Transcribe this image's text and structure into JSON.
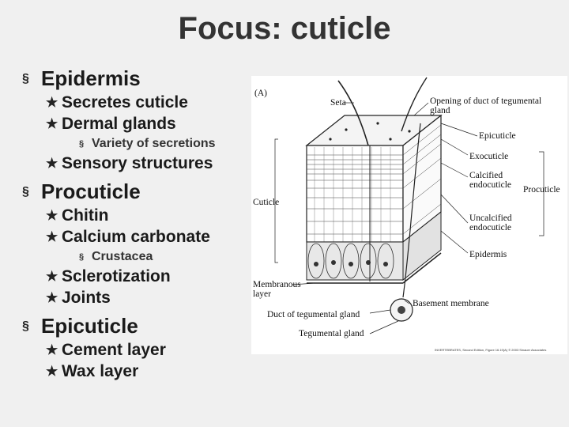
{
  "slide": {
    "title": "Focus: cuticle",
    "bullets": [
      {
        "text": "Epidermis",
        "children": [
          {
            "text": "Secretes cuticle"
          },
          {
            "text": "Dermal glands",
            "children": [
              {
                "text": "Variety of secretions"
              }
            ]
          },
          {
            "text": "Sensory structures"
          }
        ]
      },
      {
        "text": "Procuticle",
        "children": [
          {
            "text": "Chitin"
          },
          {
            "text": "Calcium carbonate",
            "children": [
              {
                "text": "Crustacea"
              }
            ]
          },
          {
            "text": "Sclerotization"
          },
          {
            "text": "Joints"
          }
        ]
      },
      {
        "text": "Epicuticle",
        "children": [
          {
            "text": "Cement layer"
          },
          {
            "text": "Wax layer"
          }
        ]
      }
    ]
  },
  "markers": {
    "level1": "§",
    "level2": "★",
    "level3": "§"
  },
  "diagram": {
    "panel": "(A)",
    "labels": {
      "seta": "Seta",
      "opening_duct": "Opening of duct of tegumental gland",
      "epicuticle": "Epicuticle",
      "exocuticle": "Exocuticle",
      "calcified_endocuticle": "Calcified endocuticle",
      "procuticle": "Procuticle",
      "cuticle": "Cuticle",
      "uncalcified_endocuticle": "Uncalcified endocuticle",
      "epidermis": "Epidermis",
      "membranous_layer": "Membranous layer",
      "basement_membrane": "Basement membrane",
      "duct_tegumental_gland": "Duct of tegumental gland",
      "tegumental_gland": "Tegumental gland"
    },
    "credit": "INVERTEBRATES, Second Edition, Figure 16.19(A) © 2003 Sinauer Associates"
  }
}
